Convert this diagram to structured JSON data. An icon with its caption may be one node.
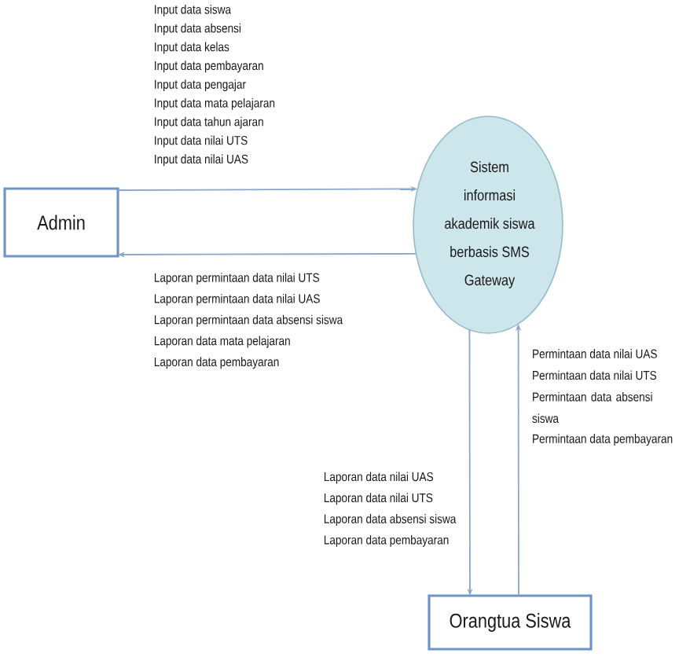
{
  "diagram": {
    "nodes": [
      {
        "text": [
          "Admin"
        ]
      },
      {
        "text": [
          "Sistem informasi akademik siswa berbasis SMS Gateway"
        ]
      },
      {
        "text": [
          "Orangtua Siswa"
        ]
      }
    ],
    "edges": [
      {
        "from": 0,
        "to": 1,
        "arrow": "to"
      },
      {
        "from": 1,
        "to": 0,
        "arrow": "to"
      },
      {
        "from": 1,
        "to": 2,
        "arrow": "to"
      },
      {
        "from": 2,
        "to": 1,
        "arrow": "to"
      }
    ],
    "labels": [
      "Input data siswa",
      "Input data absensi",
      "Input data kelas",
      "Input data pembayaran",
      "Input data pengajar",
      "Input data mata pelajaran",
      "Input data tahun ajaran",
      "Input data nilai UTS",
      "Input data nilai UAS",
      "Laporan permintaan data nilai UTS",
      "Laporan permintaan data nilai UAS",
      "Laporan permintaan data absensi siswa",
      "Laporan data mata pelajaran",
      "Laporan data pembayaran",
      "Permintaan data nilai UAS",
      "Permintaan data nilai UTS",
      "Permintaan data absensi siswa",
      "Permintaan data pembayaran",
      "Laporan data nilai UAS",
      "Laporan data nilai UTS",
      "Laporan data absensi siswa",
      "Laporan data pembayaran"
    ]
  }
}
